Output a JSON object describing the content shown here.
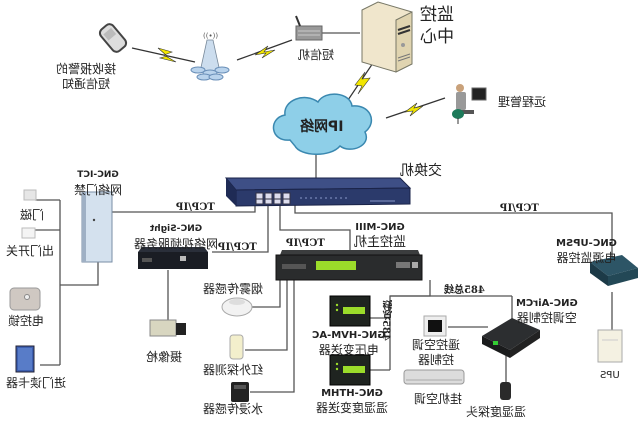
{
  "diagram": {
    "mirrored": true,
    "nodes": {
      "monitor_center": {
        "label_line1": "监控",
        "label_line2": "中心"
      },
      "sms_modem": {
        "label": "短信机"
      },
      "phone": {
        "label_line1": "接收报警的",
        "label_line2": "短信通知"
      },
      "remote_admin": {
        "label": "远程管理"
      },
      "ip_network": {
        "label": "IP网络"
      },
      "switch": {
        "label": "交换机"
      },
      "door_controller": {
        "model": "GNC-ICT",
        "label": "网络门禁"
      },
      "door_magnet": {
        "label": "门磁"
      },
      "exit_button": {
        "label": "出门开关"
      },
      "electric_lock": {
        "label": "电控锁"
      },
      "card_reader": {
        "label": "进门读卡器"
      },
      "video_server": {
        "model": "GNC-Sight",
        "label": "网络视频服务器"
      },
      "camera": {
        "label": "摄像枪"
      },
      "monitor_host": {
        "model": "GNC-MIII",
        "label": "监控主机"
      },
      "smoke_sensor": {
        "label": "烟雾传感器"
      },
      "ir_detector": {
        "label": "红外探测器"
      },
      "water_sensor": {
        "label": "水浸传感器"
      },
      "voltage_transmitter": {
        "model": "GNC-HVM-AC",
        "label": "电压变送器"
      },
      "th_transmitter": {
        "model": "GNC-HTHM",
        "label": "温湿度变送器"
      },
      "power_monitor": {
        "model": "GNC-UPSM",
        "label": "电源监控器"
      },
      "ups": {
        "label": "UPS"
      },
      "ac_controller": {
        "model": "GNC-AirCM",
        "label": "空调控制器"
      },
      "remote_ac_ctrl": {
        "label_line1": "遥控空调",
        "label_line2": "控制器"
      },
      "wall_ac": {
        "label": "挂机空调"
      },
      "th_probe": {
        "label": "温湿度探头"
      }
    },
    "links": {
      "tcpip_1": "TCP/IP",
      "tcpip_2": "TCP/IP",
      "tcpip_3": "TCP/IP",
      "tcpip_4": "TCP/IP",
      "bus_485_1": "485总线",
      "bus_485_2": "485总线"
    },
    "colors": {
      "cloud": "#8ecfe8",
      "switch": "#2b3a6b",
      "bolt": "#f2e600",
      "wire": "#555555"
    }
  }
}
